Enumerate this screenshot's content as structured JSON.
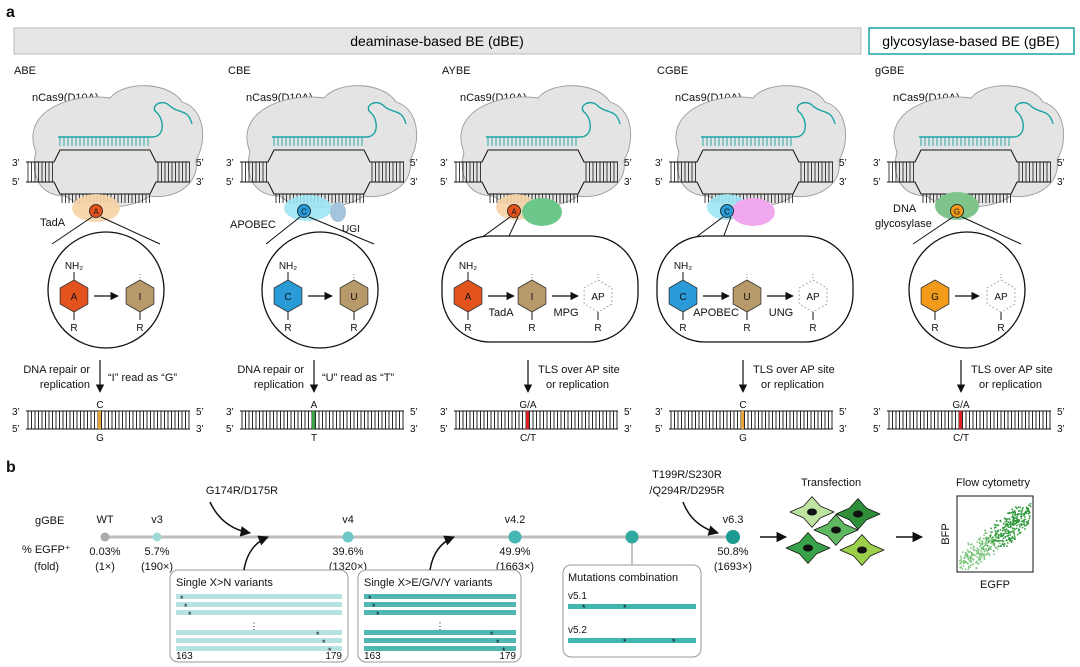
{
  "panel_a": {
    "label": "a",
    "header_dbe": "deaminase-based BE (dBE)",
    "header_gbe": "glycosylase-based BE (gBE)",
    "cas_label": "nCas9(D10A)",
    "end_3": "3’",
    "end_5": "5’",
    "nh2": "NH₂",
    "r": "R",
    "editors": [
      {
        "name": "ABE",
        "enzyme": "TadA",
        "enzyme_color": "#e8a33a",
        "base": "A",
        "base_color": "#e2531e",
        "inter": "I",
        "final": "",
        "step1": "",
        "step2": "",
        "repair_left1": "DNA repair or",
        "repair_left2": "replication",
        "repair_right": "“I” read as “G”",
        "top_base": "C",
        "bottom_base": "G",
        "mark_color": "#e8a33a"
      },
      {
        "name": "CBE",
        "enzyme": "APOBEC",
        "enzyme_color": "#3fc6e8",
        "extra": "UGI",
        "base": "C",
        "base_color": "#2a9ad8",
        "inter": "U",
        "final": "",
        "step1": "",
        "step2": "",
        "repair_left1": "DNA repair or",
        "repair_left2": "replication",
        "repair_right": "“U” read as “T”",
        "top_base": "A",
        "bottom_base": "T",
        "mark_color": "#3aa34a"
      },
      {
        "name": "AYBE",
        "enzyme": "",
        "base": "A",
        "base_color": "#e2531e",
        "inter": "I",
        "final": "AP",
        "step1": "TadA",
        "step1_color": "#e8a33a",
        "step2": "MPG",
        "step2_color": "#1aa05a",
        "repair_right1": "TLS over AP site",
        "repair_right2": "or replication",
        "top_base": "G/A",
        "bottom_base": "C/T",
        "mark_color": "#e02020"
      },
      {
        "name": "CGBE",
        "enzyme": "",
        "base": "C",
        "base_color": "#2a9ad8",
        "inter": "U",
        "final": "AP",
        "step1": "APOBEC",
        "step1_color": "#3fc6e8",
        "step2": "UNG",
        "step2_color": "#e84bd0",
        "repair_right1": "TLS over AP site",
        "repair_right2": "or replication",
        "top_base": "C",
        "bottom_base": "G",
        "mark_color": "#e8a33a"
      },
      {
        "name": "gGBE",
        "enzyme1": "DNA",
        "enzyme2": "glycosylase",
        "enzyme_color": "#2a9a2a",
        "base": "G",
        "base_color": "#f29a1a",
        "inter": "",
        "final": "AP",
        "repair_right1": "TLS over AP site",
        "repair_right2": "or replication",
        "top_base": "G/A",
        "bottom_base": "C/T",
        "mark_color": "#e02020"
      }
    ]
  },
  "panel_b": {
    "label": "b",
    "row_label": "gGBE",
    "metric_label": "% EGFP⁺",
    "fold_label": "(fold)",
    "mut_top": "G174R/D175R",
    "mut_right1": "T199R/S230R",
    "mut_right2": "/Q294R/D295R",
    "versions": [
      {
        "name": "WT",
        "pct": "0.03%",
        "fold": "(1×)",
        "color": "#aaaaaa"
      },
      {
        "name": "v3",
        "pct": "5.7%",
        "fold": "(190×)",
        "color": "#9ed8d8"
      },
      {
        "name": "v4",
        "pct": "39.6%",
        "fold": "(1320×)",
        "color": "#6fc6c6"
      },
      {
        "name": "v4.2",
        "pct": "49.9%",
        "fold": "(1663×)",
        "color": "#45b5b5"
      },
      {
        "name": "",
        "pct": "",
        "fold": "",
        "color": "#2fa8a0"
      },
      {
        "name": "v6.3",
        "pct": "50.8%",
        "fold": "(1693×)",
        "color": "#1a9a90"
      }
    ],
    "box1_title": "Single X>N variants",
    "box2_title": "Single X>E/G/V/Y variants",
    "box3_title": "Mutations combination",
    "range_start": "163",
    "range_end": "179",
    "combo_v1": "v5.1",
    "combo_v2": "v5.2",
    "transfection": "Transfection",
    "flow": "Flow cytometry",
    "y_axis": "BFP",
    "x_axis": "EGFP",
    "ellipsis": "⋮"
  }
}
